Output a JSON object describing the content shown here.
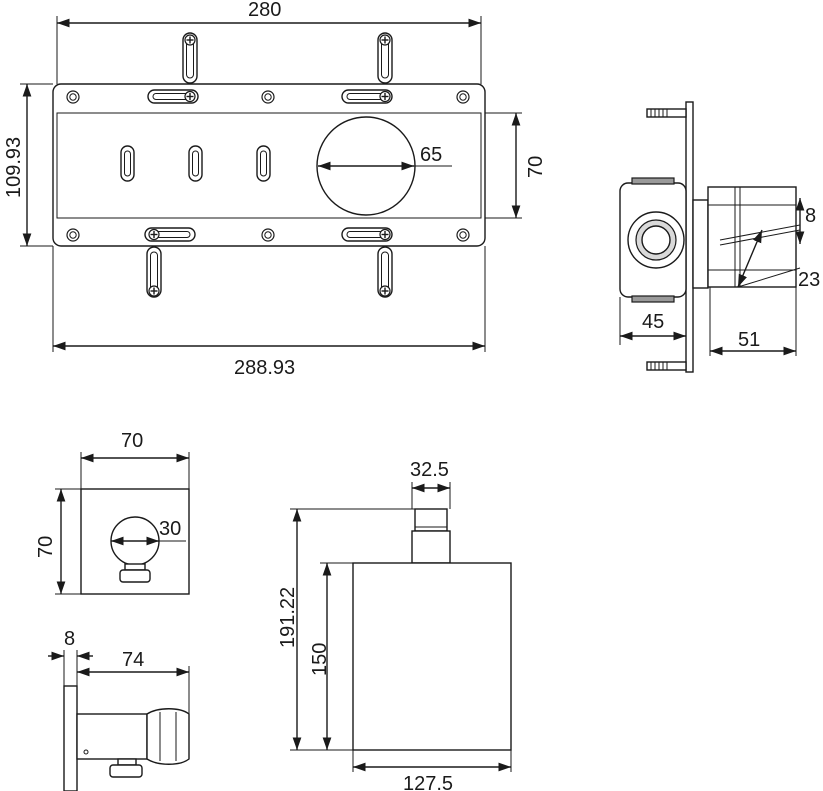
{
  "dimensions": {
    "plate_width": "280",
    "plate_overall_width": "288.93",
    "plate_height": "109.93",
    "inner_height": "70",
    "hole_diameter": "65",
    "side_depth": "45",
    "side_spout": "51",
    "side_small": "8",
    "side_angle": "23",
    "outlet_width": "70",
    "outlet_height": "70",
    "outlet_diameter": "30",
    "outlet_plate_thickness": "8",
    "outlet_length": "74",
    "shower_connector": "32.5",
    "shower_total_height": "191.22",
    "shower_head_height": "150",
    "shower_head_width": "127.5"
  },
  "colors": {
    "line": "#1a1a1a",
    "fill_light": "#d9d9d9",
    "fill_dark": "#9a9a9a"
  }
}
